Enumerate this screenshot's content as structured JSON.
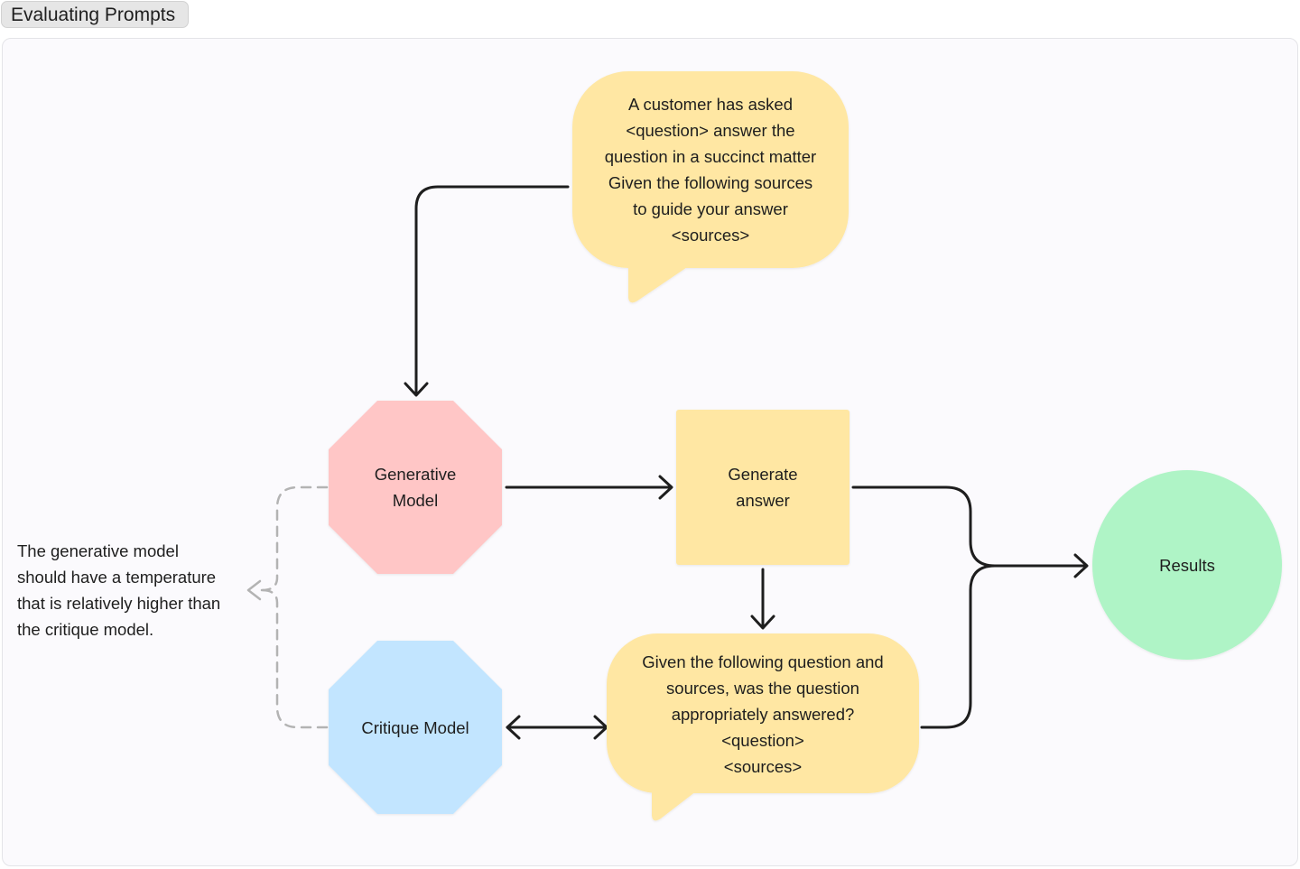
{
  "frame": {
    "title": "Evaluating Prompts"
  },
  "colors": {
    "canvas_bg": "#fbfafd",
    "prompt_bubble": "#ffe7a3",
    "generative_model": "#ffc6c6",
    "critique_model": "#c2e5ff",
    "generate_answer": "#ffe7a3",
    "results": "#aff4c6",
    "connector": "#1e1e1e",
    "dashed_connector": "#b3b3b3"
  },
  "nodes": {
    "prompt_bubble": {
      "text": "A customer has asked\n<question> answer the\nquestion in a succinct matter\nGiven the following sources\nto guide your answer\n<sources>",
      "shape": "speech-bubble"
    },
    "generative_model": {
      "text": "Generative\nModel",
      "shape": "octagon"
    },
    "generate_answer": {
      "text": "Generate\nanswer",
      "shape": "sticky-note"
    },
    "critique_model": {
      "text": "Critique Model",
      "shape": "octagon"
    },
    "critique_bubble": {
      "text": "Given the following question and\nsources, was the question\nappropriately answered?\n<question>\n<sources>",
      "shape": "speech-bubble"
    },
    "results": {
      "text": "Results",
      "shape": "circle"
    }
  },
  "note": {
    "text": "The generative model\nshould have a temperature\nthat is relatively higher than\nthe critique model."
  },
  "edges": [
    {
      "from": "prompt_bubble",
      "to": "generative_model",
      "style": "solid",
      "arrow": "end"
    },
    {
      "from": "generative_model",
      "to": "generate_answer",
      "style": "solid",
      "arrow": "end"
    },
    {
      "from": "generate_answer",
      "to": "critique_bubble",
      "style": "solid",
      "arrow": "end"
    },
    {
      "from": "critique_model",
      "to": "critique_bubble",
      "style": "solid",
      "arrow": "both"
    },
    {
      "from": "generate_answer",
      "to": "results",
      "style": "solid",
      "arrow": "end"
    },
    {
      "from": "critique_bubble",
      "to": "results",
      "style": "solid",
      "arrow": "end"
    },
    {
      "from": "generative_model",
      "to": "note",
      "style": "dashed",
      "arrow": "end"
    },
    {
      "from": "critique_model",
      "to": "note",
      "style": "dashed",
      "arrow": "end"
    }
  ]
}
